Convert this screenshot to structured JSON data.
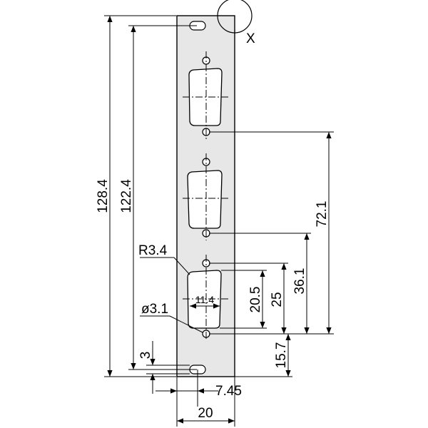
{
  "drawing": {
    "dimensions": {
      "overall_height": "128.4",
      "hole_spacing": "122.4",
      "slot_offset": "3",
      "spacing_72": "72.1",
      "spacing_36": "36.1",
      "spacing_25": "25",
      "height_20_5": "20.5",
      "width_11_4": "11.4",
      "bottom_15_7": "15.7",
      "offset_7_45": "7.45",
      "panel_width": "20"
    },
    "callouts": {
      "radius": "R3.4",
      "hole_diameter": "ø3.1"
    },
    "detail_label": "X",
    "colors": {
      "panel_fill": "#e7e7e7",
      "cutout_fill": "#ffffff",
      "line": "#000000"
    }
  }
}
